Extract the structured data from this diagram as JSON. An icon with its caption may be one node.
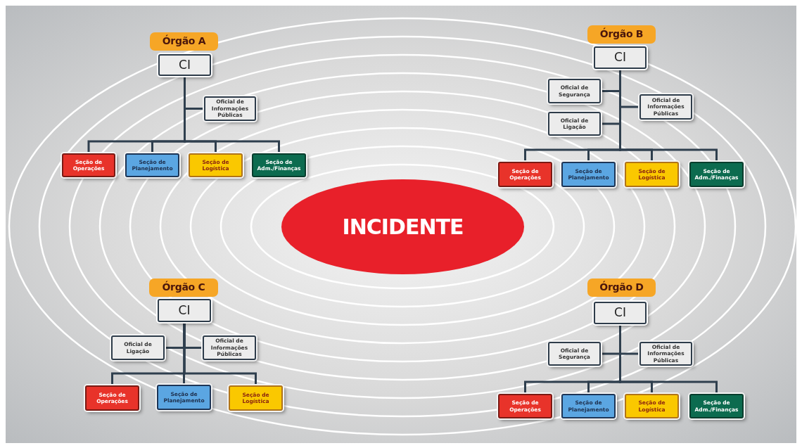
{
  "diagram": {
    "nodes": [
      {
        "text": [
          "Órgão A"
        ]
      },
      {
        "text": [
          "CI"
        ]
      },
      {
        "text": [
          "Oficial de Informações Públicas"
        ]
      },
      {
        "text": [
          "Seção de Operações"
        ]
      },
      {
        "text": [
          "Seção de Planejamento"
        ]
      },
      {
        "text": [
          "Seção de Logística"
        ]
      },
      {
        "text": [
          "Seção de Adm./Finanças"
        ]
      },
      {
        "text": [
          "Órgão B"
        ]
      },
      {
        "text": [
          "CI"
        ]
      },
      {
        "text": [
          "Oficial de Segurança"
        ]
      },
      {
        "text": [
          "Oficial de Informações Públicas"
        ]
      },
      {
        "text": [
          "Oficial de Ligação"
        ]
      },
      {
        "text": [
          "Seção de Operações"
        ]
      },
      {
        "text": [
          "Seção de Planejamento"
        ]
      },
      {
        "text": [
          "Seção de Logística"
        ]
      },
      {
        "text": [
          "Seção de Adm./Finanças"
        ]
      },
      {
        "text": [
          "INCIDENTE"
        ]
      },
      {
        "text": [
          "Órgão C"
        ]
      },
      {
        "text": [
          "CI"
        ]
      },
      {
        "text": [
          "Oficial de Ligação"
        ]
      },
      {
        "text": [
          "Oficial de Informações Públicas"
        ]
      },
      {
        "text": [
          "Seção de Operações"
        ]
      },
      {
        "text": [
          "Seção de Planejamento"
        ]
      },
      {
        "text": [
          "Seção de Logística"
        ]
      },
      {
        "text": [
          "Órgão D"
        ]
      },
      {
        "text": [
          "CI"
        ]
      },
      {
        "text": [
          "Oficial de Segurança"
        ]
      },
      {
        "text": [
          "Oficial de Informações Públicas"
        ]
      },
      {
        "text": [
          "Seção de Operações"
        ]
      },
      {
        "text": [
          "Seção de Planejamento"
        ]
      },
      {
        "text": [
          "Seção de Logística"
        ]
      },
      {
        "text": [
          "Seção de Adm./Finanças"
        ]
      }
    ],
    "edges": [
      {
        "from": 1,
        "to": 2,
        "arrow": "none"
      },
      {
        "from": 1,
        "to": 3,
        "arrow": "none"
      },
      {
        "from": 1,
        "to": 4,
        "arrow": "none"
      },
      {
        "from": 1,
        "to": 5,
        "arrow": "none"
      },
      {
        "from": 1,
        "to": 6,
        "arrow": "none"
      },
      {
        "from": 8,
        "to": 9,
        "arrow": "none"
      },
      {
        "from": 8,
        "to": 10,
        "arrow": "none"
      },
      {
        "from": 8,
        "to": 11,
        "arrow": "none"
      },
      {
        "from": 8,
        "to": 12,
        "arrow": "none"
      },
      {
        "from": 8,
        "to": 13,
        "arrow": "none"
      },
      {
        "from": 8,
        "to": 14,
        "arrow": "none"
      },
      {
        "from": 8,
        "to": 15,
        "arrow": "none"
      },
      {
        "from": 18,
        "to": 19,
        "arrow": "none"
      },
      {
        "from": 18,
        "to": 20,
        "arrow": "none"
      },
      {
        "from": 18,
        "to": 21,
        "arrow": "none"
      },
      {
        "from": 18,
        "to": 22,
        "arrow": "none"
      },
      {
        "from": 18,
        "to": 23,
        "arrow": "none"
      },
      {
        "from": 25,
        "to": 26,
        "arrow": "none"
      },
      {
        "from": 25,
        "to": 27,
        "arrow": "none"
      },
      {
        "from": 25,
        "to": 28,
        "arrow": "none"
      },
      {
        "from": 25,
        "to": 29,
        "arrow": "none"
      },
      {
        "from": 25,
        "to": 30,
        "arrow": "none"
      },
      {
        "from": 25,
        "to": 31,
        "arrow": "none"
      }
    ]
  }
}
